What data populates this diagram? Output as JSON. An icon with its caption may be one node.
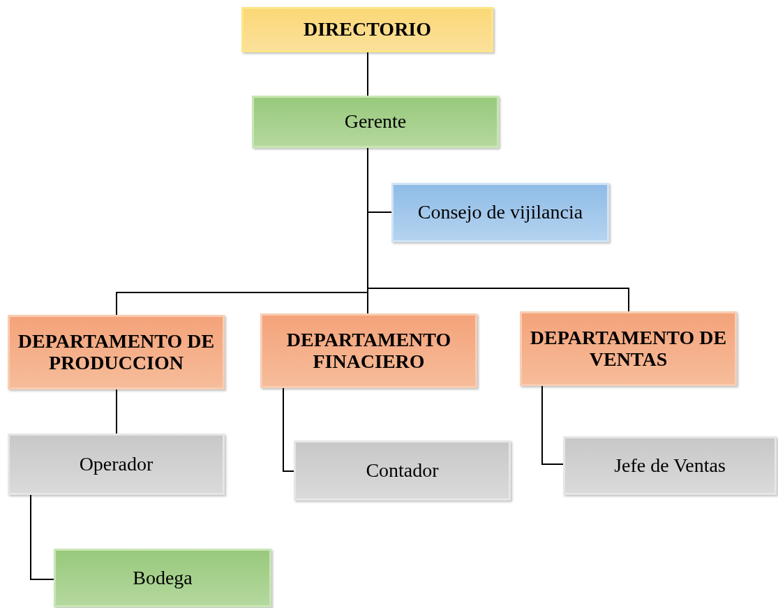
{
  "diagram": {
    "nodes": [
      {
        "text": [
          "DIRECTORIO"
        ]
      },
      {
        "text": [
          "Gerente"
        ]
      },
      {
        "text": [
          "Consejo de vijilancia"
        ]
      },
      {
        "text": [
          "DEPARTAMENTO DE PRODUCCION"
        ]
      },
      {
        "text": [
          "DEPARTAMENTO FINACIERO"
        ]
      },
      {
        "text": [
          "DEPARTAMENTO DE VENTAS"
        ]
      },
      {
        "text": [
          "Operador"
        ]
      },
      {
        "text": [
          "Contador"
        ]
      },
      {
        "text": [
          "Jefe de Ventas"
        ]
      },
      {
        "text": [
          "Bodega"
        ]
      }
    ],
    "edges": [
      {
        "from": 0,
        "to": 1,
        "arrow": "none"
      },
      {
        "from": 1,
        "to": 2,
        "arrow": "none"
      },
      {
        "from": 1,
        "to": 3,
        "arrow": "none"
      },
      {
        "from": 1,
        "to": 4,
        "arrow": "none"
      },
      {
        "from": 1,
        "to": 5,
        "arrow": "none"
      },
      {
        "from": 3,
        "to": 6,
        "arrow": "none"
      },
      {
        "from": 6,
        "to": 9,
        "arrow": "none"
      },
      {
        "from": 4,
        "to": 7,
        "arrow": "none"
      },
      {
        "from": 5,
        "to": 8,
        "arrow": "none"
      }
    ]
  }
}
